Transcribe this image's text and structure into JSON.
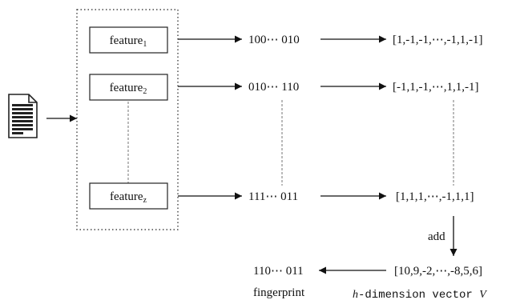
{
  "features": [
    {
      "base": "feature",
      "sub": "1",
      "bits": "100⋯ 010",
      "vector": "[1,-1,-1,⋯,-1,1,-1]"
    },
    {
      "base": "feature",
      "sub": "2",
      "bits": "010⋯ 110",
      "vector": "[-1,1,-1,⋯,1,1,-1]"
    },
    {
      "base": "feature",
      "sub": "z",
      "bits": "111⋯ 011",
      "vector": "[1,1,1,⋯,-1,1,1]"
    }
  ],
  "add_label": "add",
  "sum_vector": "[10,9,-2,⋯,-8,5,6]",
  "fingerprint_bits": "110⋯ 011",
  "fingerprint_label": "fingerprint",
  "vector_label_h": "h",
  "vector_label_rest": "-dimension vector ",
  "vector_label_v": "V",
  "icons": {
    "input": "document-icon"
  }
}
